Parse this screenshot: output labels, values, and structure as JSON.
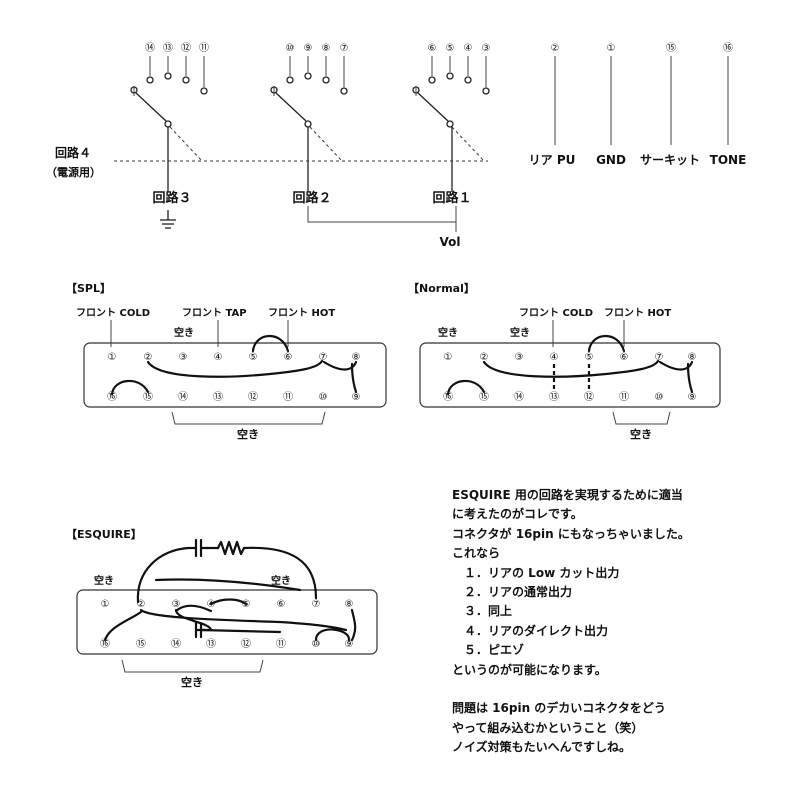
{
  "top": {
    "switch_a_pins": [
      "⑭",
      "⑬",
      "⑫",
      "⑪"
    ],
    "switch_b_pins": [
      "⑩",
      "⑨",
      "⑧",
      "⑦"
    ],
    "switch_c_pins": [
      "⑥",
      "⑤",
      "④",
      "③"
    ],
    "right_pins": [
      "②",
      "①",
      "⑮",
      "⑯"
    ],
    "right_labels": [
      "リア PU",
      "GND",
      "サーキット",
      "TONE"
    ],
    "circuit4_line1": "回路４",
    "circuit4_line2": "（電源用）",
    "circuit3": "回路３",
    "circuit2": "回路２",
    "circuit1": "回路１",
    "vol": "Vol"
  },
  "spl": {
    "title": "【SPL】",
    "front_cold": "フロント COLD",
    "front_tap": "フロント TAP",
    "front_hot": "フロント HOT",
    "empty_top": "空き",
    "empty_bottom": "空き",
    "top_pins": [
      "①",
      "②",
      "③",
      "④",
      "⑤",
      "⑥",
      "⑦",
      "⑧"
    ],
    "bottom_pins": [
      "⑯",
      "⑮",
      "⑭",
      "⑬",
      "⑫",
      "⑪",
      "⑩",
      "⑨"
    ]
  },
  "normal": {
    "title": "【Normal】",
    "front_cold": "フロント COLD",
    "front_hot": "フロント HOT",
    "empty_top_1": "空き",
    "empty_top_2": "空き",
    "empty_bottom": "空き",
    "top_pins": [
      "①",
      "②",
      "③",
      "④",
      "⑤",
      "⑥",
      "⑦",
      "⑧"
    ],
    "bottom_pins": [
      "⑯",
      "⑮",
      "⑭",
      "⑬",
      "⑫",
      "⑪",
      "⑩",
      "⑨"
    ]
  },
  "esquire": {
    "title": "【ESQUIRE】",
    "empty_top_1": "空き",
    "empty_top_2": "空き",
    "empty_bottom": "空き",
    "top_pins": [
      "①",
      "②",
      "③",
      "④",
      "⑤",
      "⑥",
      "⑦",
      "⑧"
    ],
    "bottom_pins": [
      "⑯",
      "⑮",
      "⑭",
      "⑬",
      "⑫",
      "⑪",
      "⑩",
      "⑨"
    ]
  },
  "notes": {
    "line1": "ESQUIRE 用の回路を実現するために適当",
    "line2": "に考えたのがコレです。",
    "line3": "コネクタが 16pin にもなっちゃいました。",
    "line4": "これなら",
    "item1": "　１．リアの Low カット出力",
    "item2": "　２．リアの通常出力",
    "item3": "　３．同上",
    "item4": "　４．リアのダイレクト出力",
    "item5": "　５．ピエゾ",
    "line5": "というのが可能になります。",
    "line6": "問題は 16pin のデカいコネクタをどう",
    "line7": "やって組み込むかということ（笑）",
    "line8": "ノイズ対策もたいへんですしね。"
  }
}
